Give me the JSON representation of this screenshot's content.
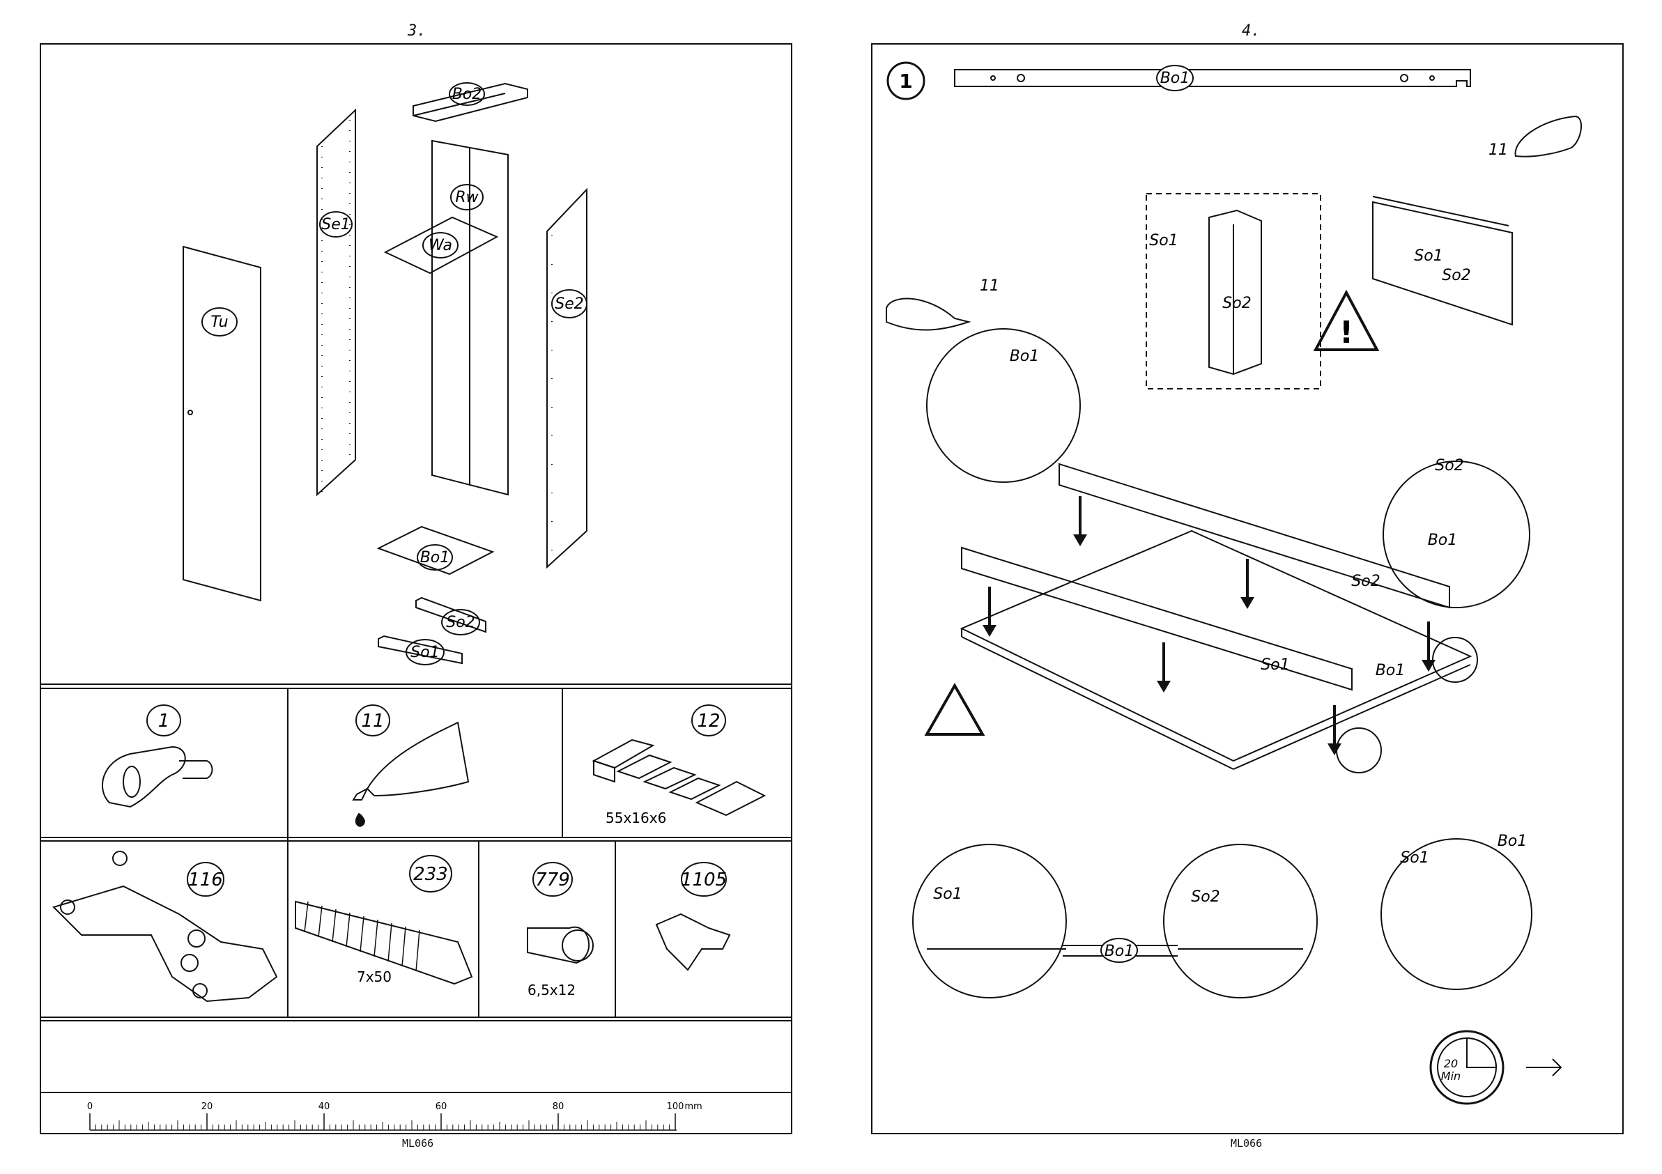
{
  "page_left": {
    "page_number": "3.",
    "exploded_parts": [
      "Bo2",
      "Se1",
      "Rw",
      "Wa",
      "Tu",
      "Se2",
      "Bo1",
      "So2",
      "So1"
    ],
    "hardware": [
      {
        "number": "1",
        "size": ""
      },
      {
        "number": "11",
        "size": ""
      },
      {
        "number": "12",
        "size": "55x16x6"
      },
      {
        "number": "116",
        "size": ""
      },
      {
        "number": "233",
        "size": "7x50"
      },
      {
        "number": "779",
        "size": "6,5x12"
      },
      {
        "number": "1105",
        "size": ""
      }
    ],
    "ruler": {
      "ticks": [
        "0",
        "20",
        "40",
        "60",
        "80",
        "100"
      ],
      "unit": "mm"
    },
    "footer_code": "ML066"
  },
  "page_right": {
    "page_number": "4.",
    "step_number": "1",
    "top_part": "Bo1",
    "glue_number": "11",
    "labels": {
      "so1": "So1",
      "so2": "So2",
      "bo1": "Bo1",
      "warning": "!"
    },
    "timer": {
      "value": "20",
      "unit": "Min"
    },
    "footer_code": "ML066"
  }
}
